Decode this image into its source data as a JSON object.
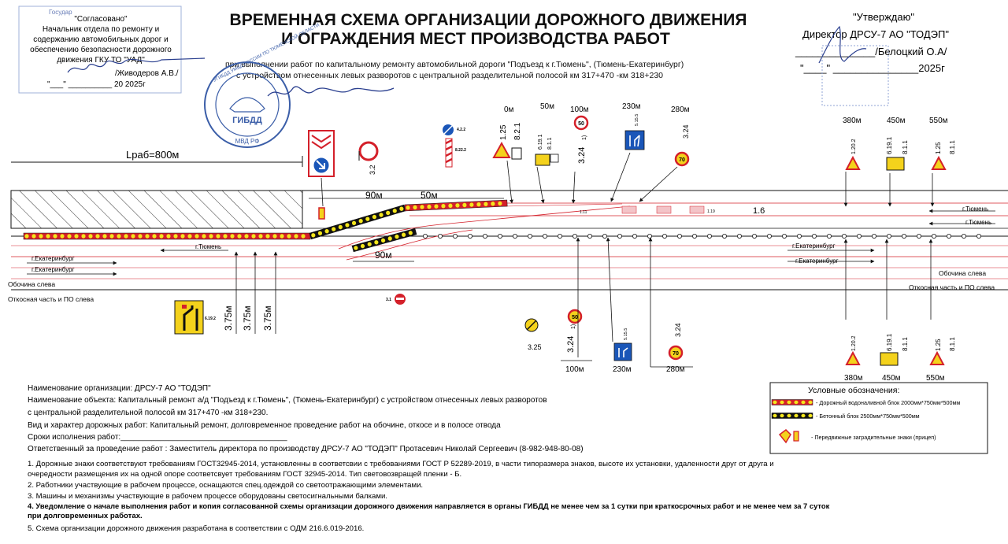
{
  "header": {
    "title_line1": "ВРЕМЕННАЯ СХЕМА ОРГАНИЗАЦИИ ДОРОЖНОГО ДВИЖЕНИЯ",
    "title_line2": "И ОГРАЖДЕНИЯ МЕСТ ПРОИЗВОДСТВА РАБОТ",
    "subtitle_line1": "при выполнении работ по капитальному ремонту автомобильной дороги \"Подъезд к г.Тюмень\", (Тюмень-Екатеринбург)",
    "subtitle_line2": "с устройством отнесенных левых разворотов с центральной разделительной полосой км 317+470 -км 318+230"
  },
  "approval_left": {
    "stamp_fragment": "Государ",
    "line1": "\"Согласовано\"",
    "line2": "Начальник отдела по ремонту и",
    "line3": "содержанию автомобильных дорог и",
    "line4": "обеспечению  безопасности дорожного",
    "line5": "движения ГКУ ТО \"УАД\"",
    "line6": "/Живодеров А.В./",
    "line7": "\"___\" __________ 20  2025г"
  },
  "approval_right": {
    "line1": "\"Утверждаю\"",
    "line2": "Директор ДРСУ-7 АО \"ТОДЭП\"",
    "line3": "______________/Белоцкий О.А/",
    "line4": "\"____\" _______________2025г"
  },
  "stamp": {
    "top_text": "МВД РФ",
    "center_text": "ГИБДД",
    "ring_text": "УГИБДД УМВД РОССИИ ПО ТЮМЕНСКОЙ ОБЛАСТИ"
  },
  "diagram": {
    "work_length": "Lраб=800м",
    "dist_90_top": "90м",
    "dist_50": "50м",
    "dist_90_bottom": "90м",
    "lane_widths": [
      "3.75м",
      "3.75м",
      "3.75м"
    ],
    "markings": {
      "m16": "1.6",
      "m111": "1.11",
      "m119": "1.19"
    },
    "direction_labels": {
      "tyumen_left": "г.Тюмень",
      "ekb_left_1": "г.Екатеринбург",
      "ekb_left_2": "г.Екатеринбург",
      "tyumen_right_1": "г.Тюмень",
      "tyumen_right_2": "г.Тюмень",
      "ekb_right_1": "г.Екатеринбург",
      "ekb_right_2": "г.Екатеринбург"
    },
    "shoulder_left": "Обочина слева",
    "slope_left": "Откосная часть и ПО слева",
    "shoulder_right": "Обочина слева",
    "slope_right": "Откосная часть и ПО слева",
    "top_distances": [
      "0м",
      "50м",
      "100м",
      "230м",
      "280м",
      "380м",
      "450м",
      "550м"
    ],
    "bottom_distances": [
      "100м",
      "230м",
      "280м",
      "380м",
      "450м",
      "550м"
    ],
    "sign_codes": {
      "s125_a": "1.25",
      "s821_a": "8.2.1",
      "s6191_a": "6.19.1",
      "s811_a": "8.1.1",
      "s324_1": "3.24",
      "sup1": "1)",
      "s5155_a": "5.15.5",
      "s324_2": "3.24",
      "s1202_a": "1.20.2",
      "s6191_b": "6.19.1",
      "s811_b": "8.1.1",
      "s125_b": "1.25",
      "s811_c": "8.1.1",
      "s32": "3.2",
      "s422": "4.2.2",
      "s8222": "8.22.2",
      "s6192": "6.19.2",
      "s325": "3.25",
      "s31": "3.1",
      "s324_3": "3.24",
      "sup2": "1)",
      "s5155_b": "5.15.5",
      "s324_4": "3.24",
      "s1202_b": "1.20.2",
      "s6191_c": "6.19.1",
      "s811_d": "8.1.1",
      "s125_c": "1.25",
      "s811_e": "8.1.1"
    },
    "speed_values": [
      "50",
      "70",
      "50",
      "70"
    ]
  },
  "info": {
    "org": "Наименование организации: ДРСУ-7 АО \"ТОДЭП\"",
    "object1": "Наименование объекта: Капитальный ремонт а/д \"Подъезд к г.Тюмень\", (Тюмень-Екатеринбург) с устройством отнесенных левых разворотов",
    "object2": "с центральной разделительной полосой км 317+470 -км 318+230.",
    "work_type": "Вид и характер дорожных работ: Капитальный ремонт, долговременное проведение работ на обочине, откосе и в полосе отвода",
    "deadline": "Сроки исполнения работ:______________________________________",
    "responsible": "Ответственный за проведение работ : Заместитель директора по производству ДРСУ-7 АО \"ТОДЭП\"  Протасевич Николай Сергеевич (8-982-948-80-08)"
  },
  "notes": [
    "1. Дорожные знаки соответствуют требованиям  ГОСТ32945-2014, установленны в соответсвии с требованиями ГОСТ Р 52289-2019, в части типоразмера знаков, высоте их установки, удаленности друг от друга и",
    "очередности размещения их на одной опоре соответсвует требованиям ГОСТ 32945-2014. Тип световозвращей пленки - Б.",
    "2. Работники участвующие в рабочем процессе, оснащаются спец.одеждой со светоотражающими элементами.",
    "3. Машины и механизмы участвующие в рабочем процессе оборудованы светосигнальными балками.",
    "4. Уведомление о начале выполнения работ и копия согласованной схемы организации дорожного движения направляется в органы ГИБДД не менее чем за 1 сутки при краткосрочных работ и не менее чем за 7 суток",
    "при долговременных работах.",
    "5.  Схема организации дорожного движения разработана в соответствии с ОДМ 216.6.019-2016."
  ],
  "legend": {
    "title": "Условные обозначения:",
    "item1": "- Дорожный водоналивной блок 2000мм*750мм*500мм",
    "item2": "- Бетонный блок 2500мм*750мм*500мм",
    "item3": "- Передвижные заградительные знаки (прицеп)"
  },
  "colors": {
    "water_block": "#d4202a",
    "concrete_block": "#111111",
    "block_light": "#f4e61c",
    "sign_red": "#d4202a",
    "sign_blue": "#1a56b8",
    "sign_yellow": "#f4d21c",
    "stamp_blue": "#3b5ea8"
  }
}
